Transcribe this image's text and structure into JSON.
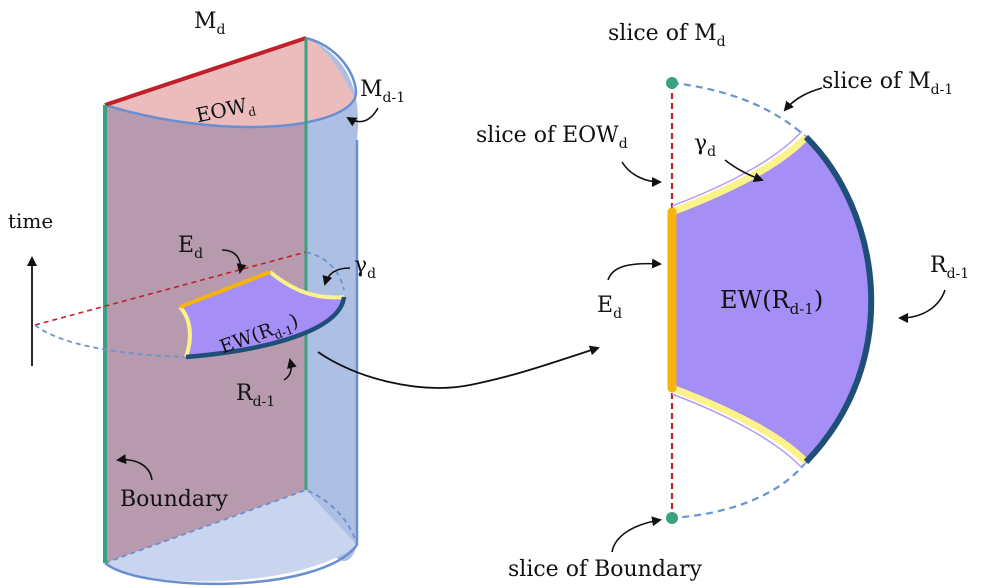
{
  "labels": {
    "M_main": "M",
    "M_main_sub": "d",
    "M_edge": "M",
    "M_edge_sub": "d-1",
    "EOW": "EOW",
    "EOW_sub": "d",
    "time": "time",
    "E_left": "E",
    "E_left_sub": "d",
    "gamma_left": "γ",
    "gamma_left_sub": "d",
    "EW_left_pre": "EW(R",
    "EW_left_sub": "d-1",
    "EW_left_post": ")",
    "R_left": "R",
    "R_left_sub": "d-1",
    "Boundary": "Boundary",
    "slice_M_pre": "slice of M",
    "slice_M_sub": "d",
    "slice_Md1_pre": "slice of M",
    "slice_Md1_sub": "d-1",
    "slice_EOW_pre": "slice of EOW",
    "slice_EOW_sub": "d",
    "gamma_right": "γ",
    "gamma_right_sub": "d",
    "E_right": "E",
    "E_right_sub": "d",
    "EW_right_pre": "EW(R",
    "EW_right_sub": "d-1",
    "EW_right_post": ")",
    "R_right": "R",
    "R_right_sub": "d-1",
    "slice_Boundary": "slice of Boundary"
  },
  "colors": {
    "red": "#c0202a",
    "green": "#3aa37d",
    "blue_edge": "#6a8fd0",
    "blue_fill": "#aebfe4",
    "mauve_fill": "#b79aae",
    "pink_fill": "#ecbcbc",
    "purple_fill": "#a58ef6",
    "navy": "#1f4e79",
    "orange": "#f5b30c",
    "yellow": "#fbf28a",
    "dash_blue": "#6a95cc"
  }
}
